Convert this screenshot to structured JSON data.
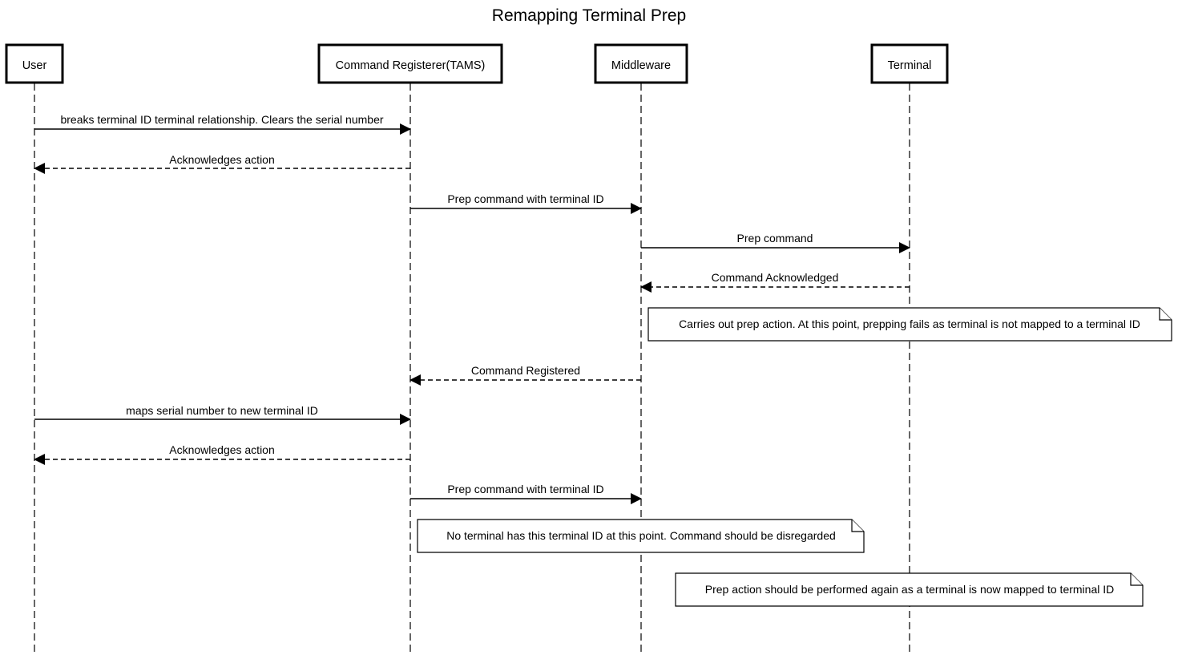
{
  "diagram": {
    "title": "Remapping Terminal Prep",
    "participants": [
      {
        "id": "user",
        "label": "User"
      },
      {
        "id": "tams",
        "label": "Command Registerer(TAMS)"
      },
      {
        "id": "middleware",
        "label": "Middleware"
      },
      {
        "id": "terminal",
        "label": "Terminal"
      }
    ],
    "messages": [
      {
        "from": "user",
        "to": "tams",
        "label": "breaks terminal ID terminal relationship. Clears the serial number",
        "style": "solid"
      },
      {
        "from": "tams",
        "to": "user",
        "label": "Acknowledges action",
        "style": "dashed"
      },
      {
        "from": "tams",
        "to": "middleware",
        "label": "Prep command with terminal ID",
        "style": "solid"
      },
      {
        "from": "middleware",
        "to": "terminal",
        "label": "Prep command",
        "style": "solid"
      },
      {
        "from": "terminal",
        "to": "middleware",
        "label": "Command Acknowledged",
        "style": "dashed"
      },
      {
        "from": "middleware",
        "to": "tams",
        "label": "Command Registered",
        "style": "dashed"
      },
      {
        "from": "user",
        "to": "tams",
        "label": "maps serial number to new terminal ID",
        "style": "solid"
      },
      {
        "from": "tams",
        "to": "user",
        "label": "Acknowledges action",
        "style": "dashed"
      },
      {
        "from": "tams",
        "to": "middleware",
        "label": "Prep command with terminal ID",
        "style": "solid"
      }
    ],
    "notes": [
      {
        "label": "Carries out prep action. At this point, prepping fails as terminal is not mapped to a terminal ID"
      },
      {
        "label": "No terminal has this terminal ID at this point. Command should be disregarded"
      },
      {
        "label": "Prep action should be performed again as a terminal is now mapped to terminal ID"
      }
    ]
  }
}
